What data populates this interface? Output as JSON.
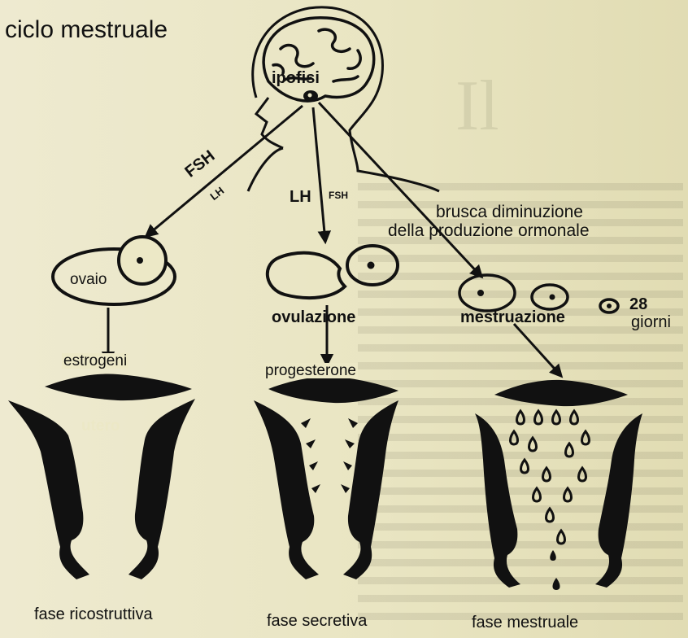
{
  "title": "ciclo mestruale",
  "labels": {
    "ipofisi": "ipofisi",
    "fsh_left": "FSH",
    "lh_left": "LH",
    "lh_mid": "LH",
    "fsh_mid": "FSH",
    "drop_line1": "brusca diminuzione",
    "drop_line2": "della produzione ormonale",
    "ovaio": "ovaio",
    "ovulazione": "ovulazione",
    "mestruazione": "mestruazione",
    "days_number": "28",
    "days_word": "giorni",
    "estrogeni": "estrogeni",
    "progesterone": "progesterone",
    "utero": "utero"
  },
  "phases": [
    "fase ricostruttiva",
    "fase secretiva",
    "fase mestruale"
  ],
  "background_text": {
    "chapter": "Il"
  },
  "colors": {
    "paper": "#ece8c6",
    "ink": "#111111"
  }
}
